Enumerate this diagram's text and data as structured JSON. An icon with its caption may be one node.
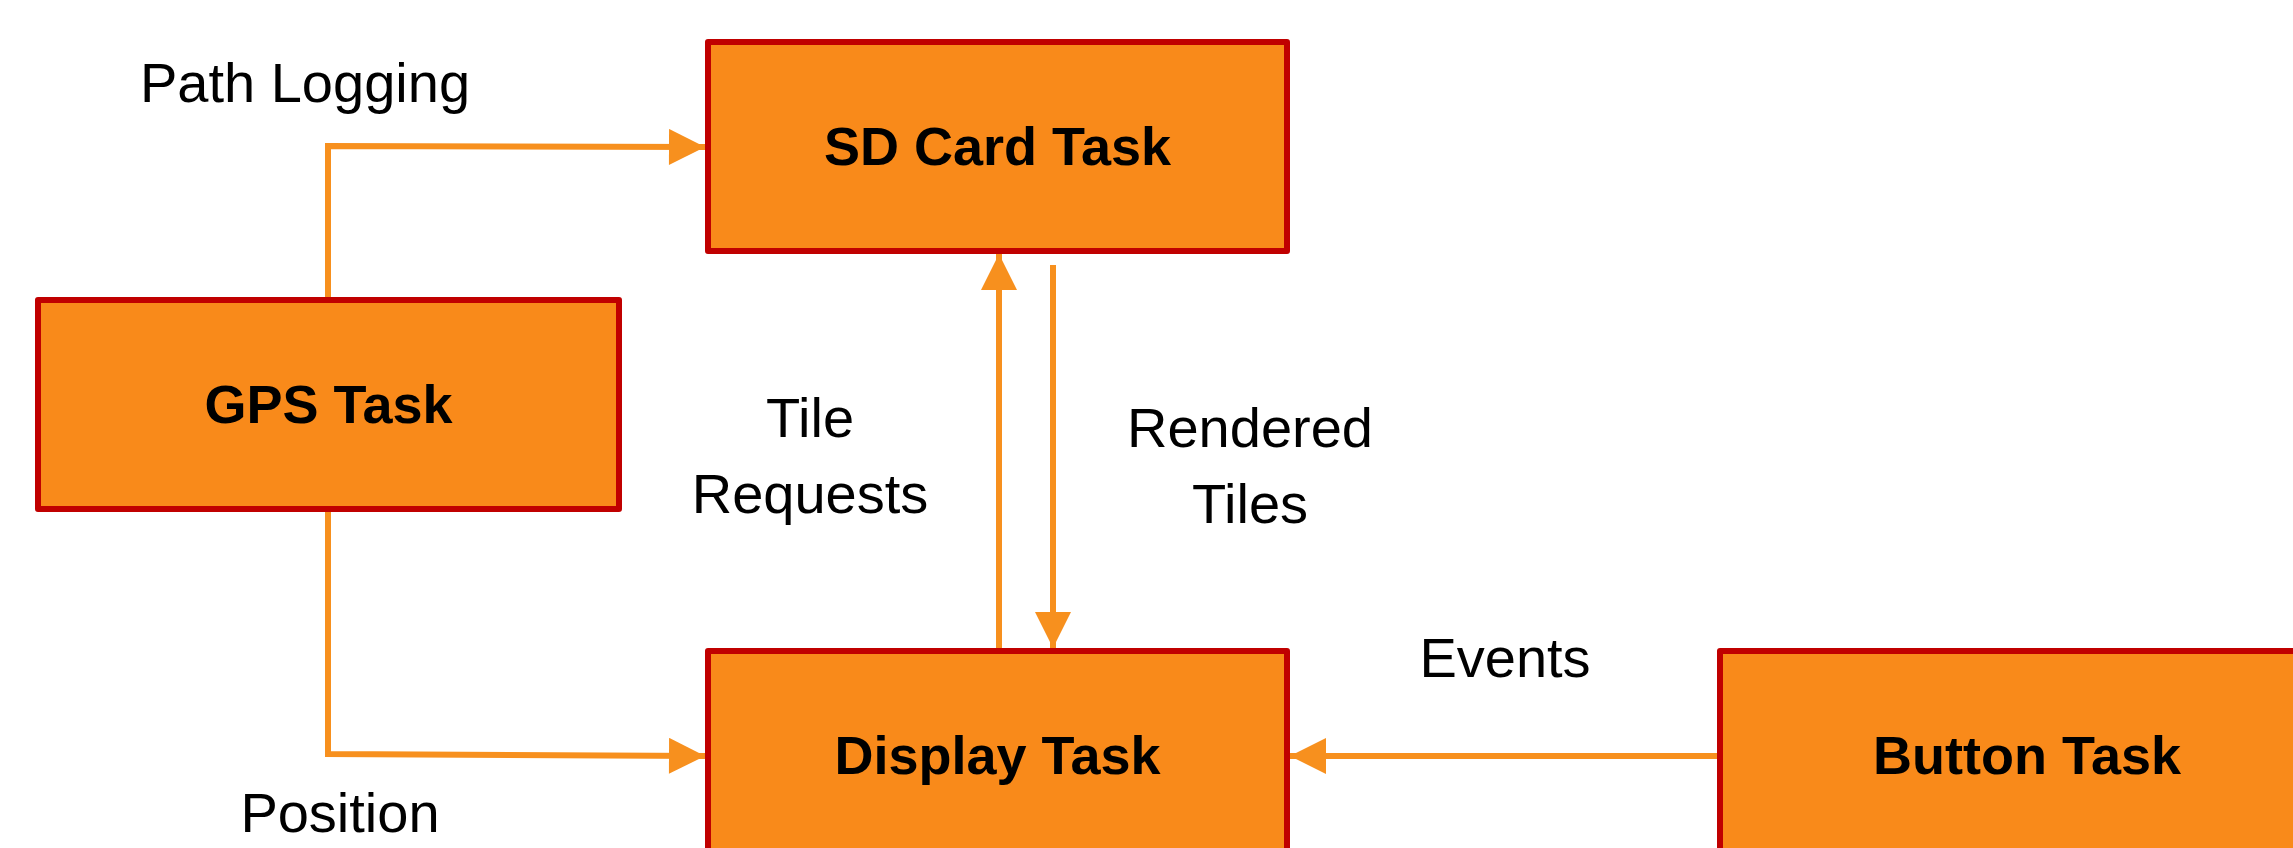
{
  "diagram": {
    "nodes": [
      {
        "text": [
          "SD Card Task"
        ]
      },
      {
        "text": [
          "GPS Task"
        ]
      },
      {
        "text": [
          "Display Task"
        ]
      },
      {
        "text": [
          "Button Task"
        ]
      }
    ],
    "edges": [
      {
        "from": 1,
        "to": 0,
        "arrow": "to",
        "label": "Path Logging"
      },
      {
        "from": 1,
        "to": 2,
        "arrow": "to",
        "label": "Position"
      },
      {
        "from": 2,
        "to": 0,
        "arrow": "to",
        "label": "Tile Requests"
      },
      {
        "from": 0,
        "to": 2,
        "arrow": "to",
        "label": "Rendered Tiles"
      },
      {
        "from": 3,
        "to": 2,
        "arrow": "to",
        "label": "Events"
      }
    ]
  }
}
